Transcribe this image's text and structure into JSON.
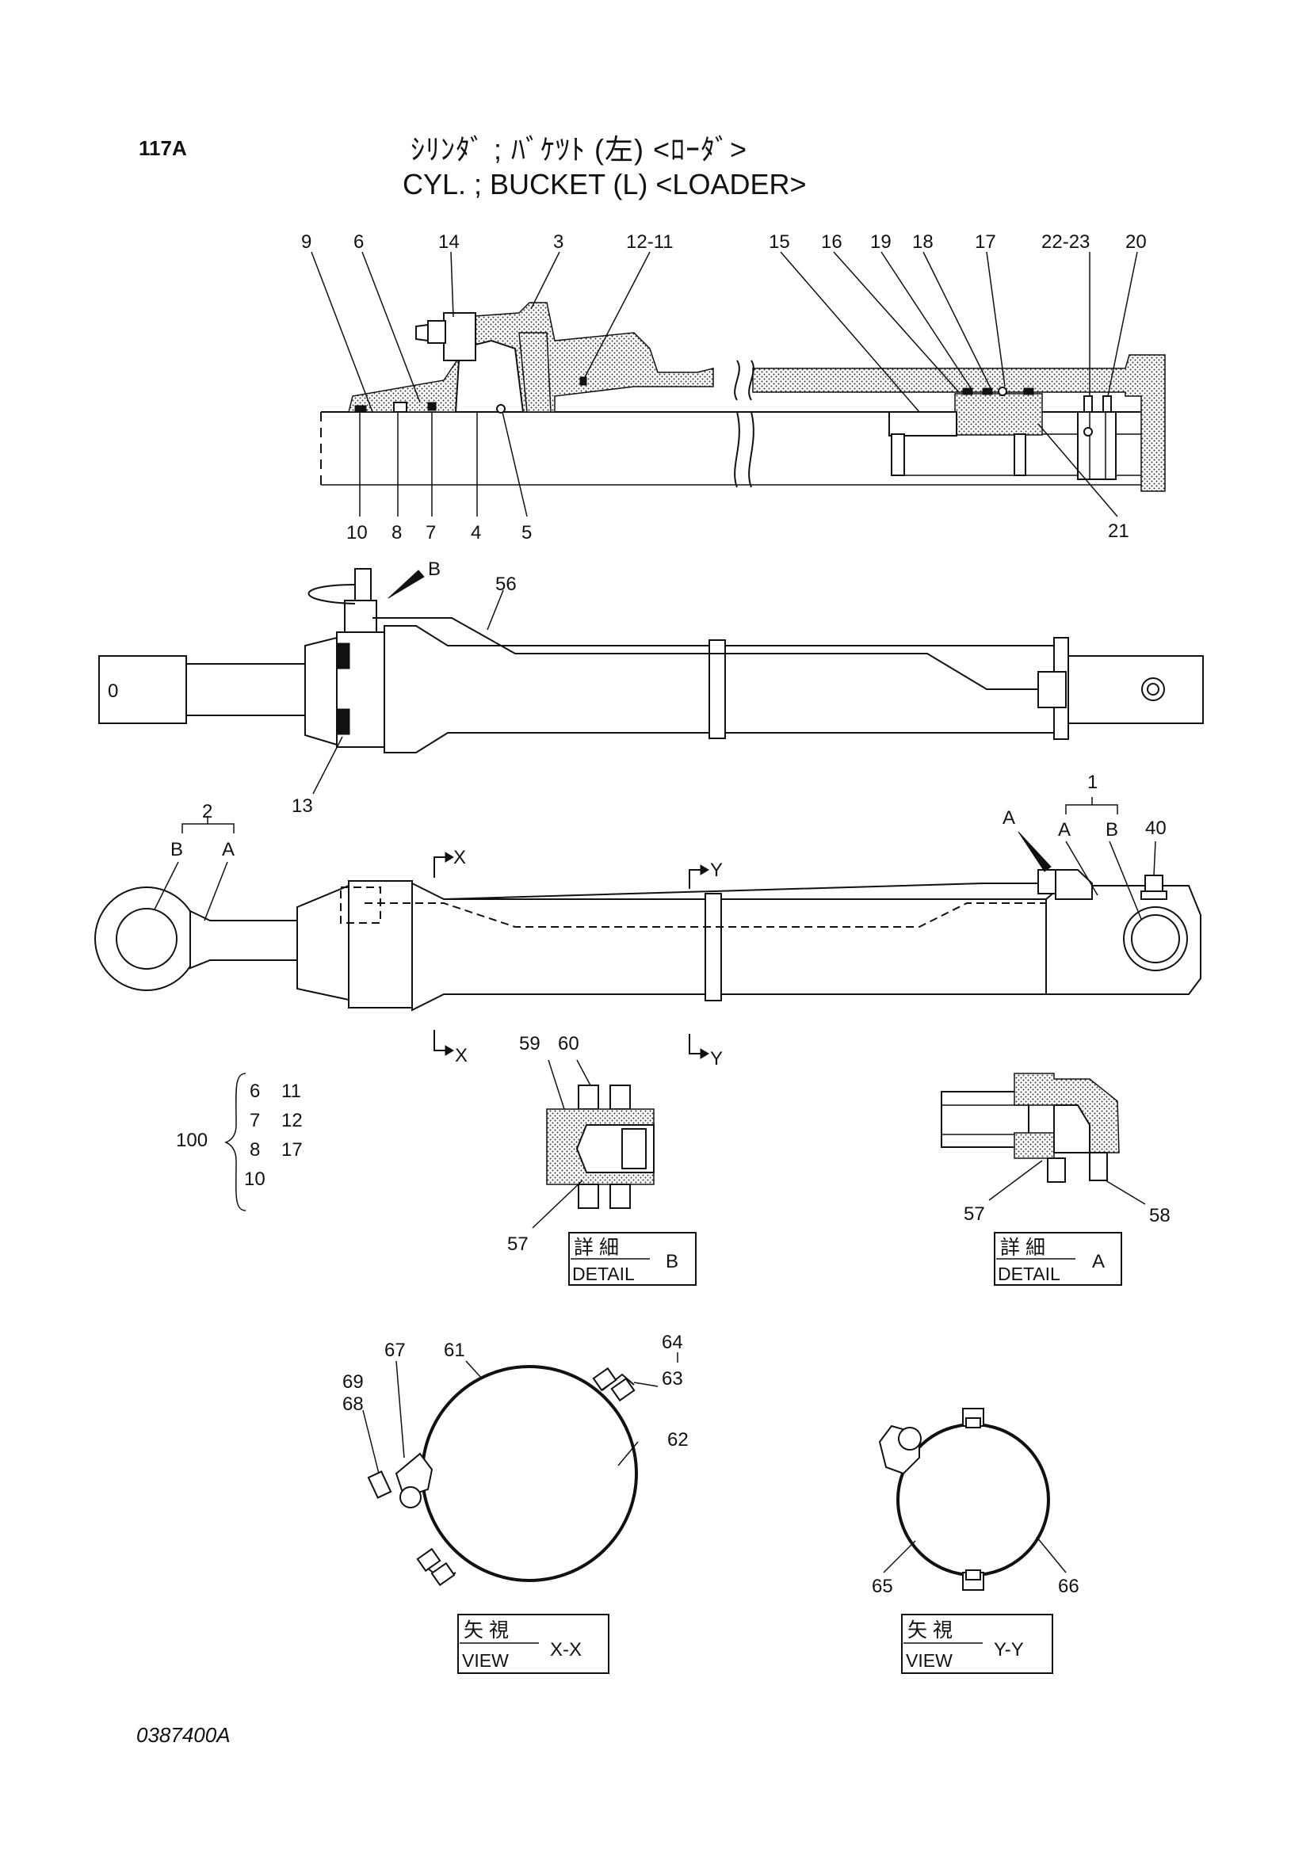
{
  "header": {
    "page_number": "117A",
    "title_jp": "ｼﾘﾝﾀﾞ ; ﾊﾞｹﾂﾄ (左) <ﾛｰﾀﾞ>",
    "title_en": "CYL. ; BUCKET (L) <LOADER>"
  },
  "section_view": {
    "top_labels": [
      "9",
      "6",
      "14",
      "3",
      "12-11",
      "15",
      "16",
      "19",
      "18",
      "17",
      "22-23",
      "20"
    ],
    "bottom_labels": [
      "10",
      "8",
      "7",
      "4",
      "5",
      "21"
    ]
  },
  "side_view": {
    "labels": [
      "B",
      "56",
      "13"
    ],
    "rod_end_mark": "0"
  },
  "front_view": {
    "labels": [
      "2",
      "B",
      "A",
      "1",
      "A",
      "B",
      "A",
      "40"
    ],
    "section_marks": [
      "X",
      "Y",
      "X",
      "Y"
    ]
  },
  "kit": {
    "number": "100",
    "items": [
      "6",
      "11",
      "7",
      "12",
      "8",
      "17",
      "10"
    ]
  },
  "detail_b": {
    "labels": [
      "59",
      "60",
      "57"
    ],
    "box_jp": "詳 細",
    "box_en": "DETAIL",
    "letter": "B"
  },
  "detail_a": {
    "labels": [
      "57",
      "58"
    ],
    "box_jp": "詳 細",
    "box_en": "DETAIL",
    "letter": "A"
  },
  "view_xx": {
    "labels": [
      "64",
      "63",
      "67",
      "61",
      "69",
      "68",
      "62"
    ],
    "box_jp": "矢 視",
    "box_en": "VIEW",
    "letter": "X-X"
  },
  "view_yy": {
    "labels": [
      "65",
      "66"
    ],
    "box_jp": "矢 視",
    "box_en": "VIEW",
    "letter": "Y-Y"
  },
  "footer": {
    "drawing_code": "0387400A"
  }
}
